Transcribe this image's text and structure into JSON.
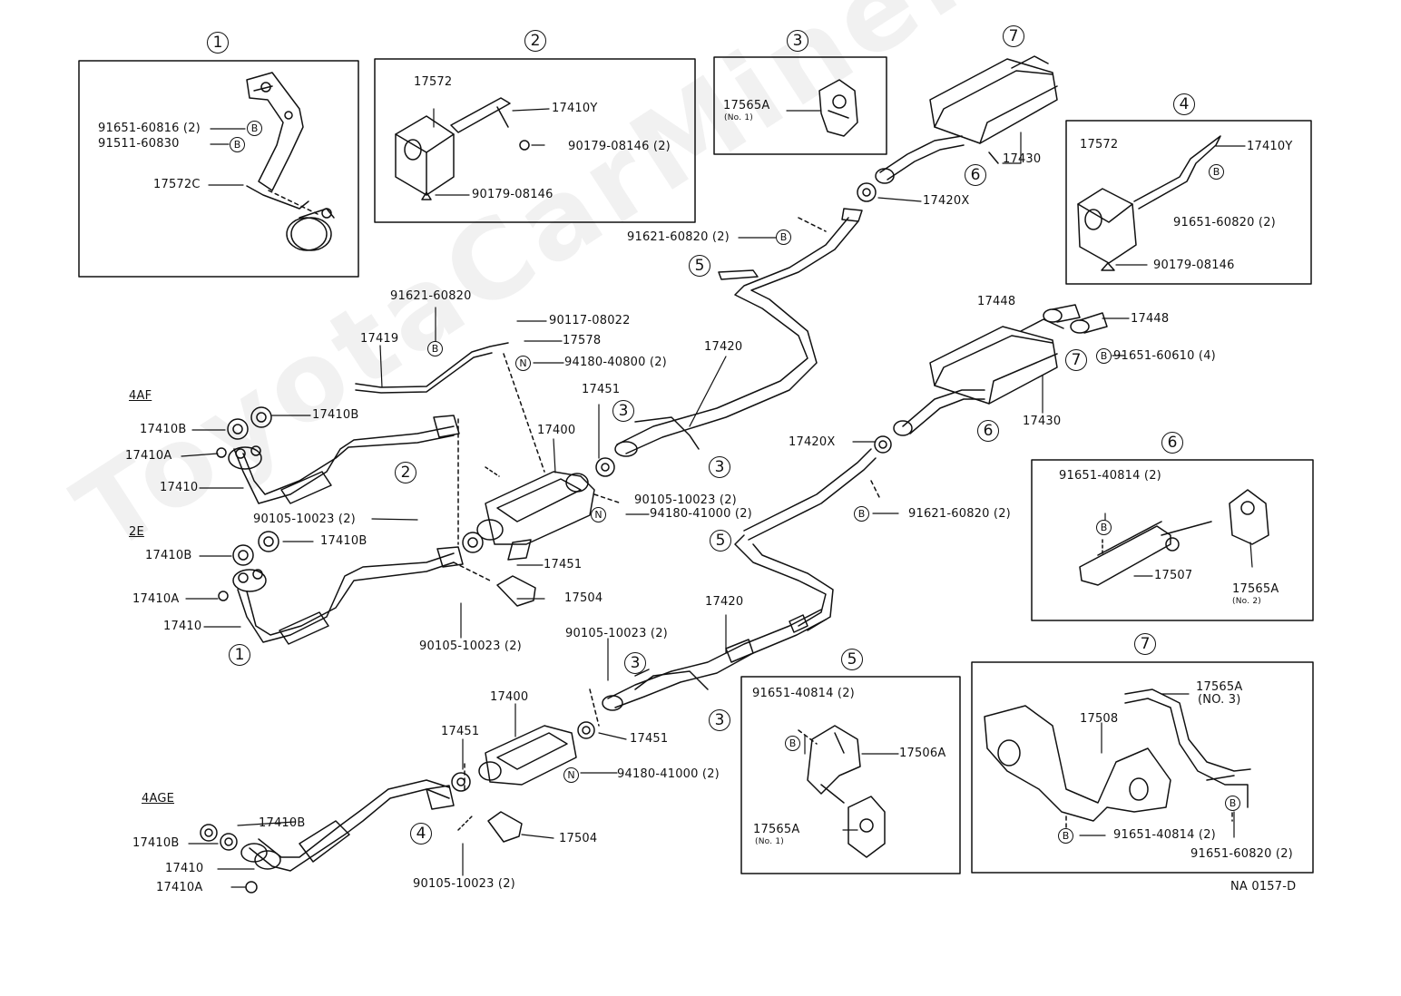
{
  "watermark": "ToyotaCarMine.ru",
  "figure_code": "NA 0157-D",
  "groups": {
    "g4af": "4AF",
    "g2e": "2E",
    "g4age": "4AGE"
  },
  "callouts": {
    "c1": "1",
    "c2": "2",
    "c3": "3",
    "c4": "4",
    "c5": "5",
    "c6": "6",
    "c7": "7"
  },
  "marks": {
    "b": "B",
    "n": "N"
  },
  "insets": {
    "inset1": {
      "bolt": "91651-60816 (2)",
      "nut": "91511-60830",
      "bracket": "17572C"
    },
    "inset2": {
      "mount": "17572",
      "bolt": "17410Y",
      "nut": "90179-08146 (2)",
      "nut2": "90179-08146"
    },
    "inset3": {
      "hanger": "17565A",
      "hanger_note": "(No. 1)"
    },
    "inset4": {
      "mount": "17572",
      "bolt": "17410Y",
      "bolt2": "91651-60820 (2)",
      "nut": "90179-08146"
    },
    "inset5": {
      "bolt": "91651-40814 (2)",
      "bracket": "17506A",
      "hanger": "17565A",
      "hanger_note": "(No. 1)"
    },
    "inset6": {
      "bolt": "91651-40814 (2)",
      "bracket": "17507",
      "hanger": "17565A",
      "hanger_note": "(No. 2)"
    },
    "inset7": {
      "hanger": "17565A",
      "hanger_note": "(NO. 3)",
      "bracket": "17508",
      "bolt": "91651-40814 (2)",
      "bolt2": "91651-60820 (2)"
    }
  },
  "parts": {
    "p91621_60820": "91621-60820",
    "p90117_08022": "90117-08022",
    "p17419": "17419",
    "p17578": "17578",
    "p94180_40800": "94180-40800 (2)",
    "p17420": "17420",
    "p17451": "17451",
    "p17400": "17400",
    "p17410B": "17410B",
    "p17410A": "17410A",
    "p17410": "17410",
    "p90105_10023": "90105-10023 (2)",
    "p94180_41000": "94180-41000 (2)",
    "p17504": "17504",
    "p17420X": "17420X",
    "p91621_60820_2": "91621-60820 (2)",
    "p17430": "17430",
    "p17448": "17448",
    "p91651_60610": "91651-60610 (4)"
  }
}
